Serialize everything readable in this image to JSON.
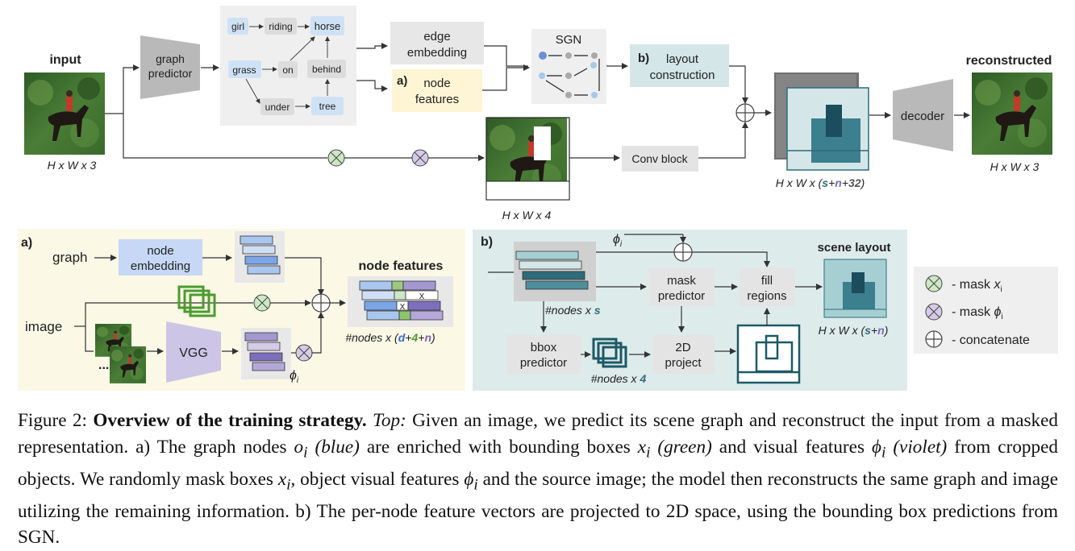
{
  "colors": {
    "panel_a_bg": "#fbf8e6",
    "panel_b_bg": "#deebeb",
    "graph_box_bg": "#efefef",
    "node_blue": "#cfe2f5",
    "node_gray": "#dcdcdc",
    "layout_box": "#d4e6e8",
    "node_features_box": "#fdf5d4",
    "teal_dark": "#2f6c7a",
    "mask_x_green": "#cde8c4",
    "mask_phi_violet": "#d4cbe6",
    "feature_blue": "#7aa6e8",
    "feature_violet": "#a398d0",
    "feature_green": "#8fc46b"
  },
  "icons": [
    "mask-x-icon",
    "mask-phi-icon",
    "concatenate-icon",
    "horse-rider-photo"
  ],
  "top": {
    "input_label": "input",
    "input_dims": "H x W x 3",
    "graph_predictor": "graph predictor",
    "graph_nodes": {
      "girl": "girl",
      "riding": "riding",
      "horse": "horse",
      "grass": "grass",
      "on": "on",
      "behind": "behind",
      "under": "under",
      "tree": "tree"
    },
    "edge_embedding": "edge embedding",
    "node_features_tag": "a)",
    "node_features": "node features",
    "sgn": "SGN",
    "layout_tag": "b)",
    "layout_construction": "layout construction",
    "masked_dims": "H x W x 4",
    "conv_block": "Conv block",
    "concat_dims_prefix": "H x W x (",
    "concat_s": "s",
    "concat_n": "n",
    "concat_32": "32",
    "concat_suffix": ")",
    "plus": "+",
    "decoder": "decoder",
    "reconstructed_label": "reconstructed",
    "reconstructed_dims": "H x W x 3"
  },
  "panel_a": {
    "tag": "a)",
    "graph": "graph",
    "node_embedding": "node embedding",
    "image": "image",
    "vgg": "VGG",
    "phi": "ϕ",
    "phi_sub": "i",
    "ellipsis": "...",
    "title": "node features",
    "dims_prefix": "#nodes x (",
    "dims_d": "d",
    "dims_4": "4",
    "dims_n": "n",
    "dims_suffix": ")",
    "plus": "+",
    "x_mark": "X"
  },
  "panel_b": {
    "tag": "b)",
    "phi": "ϕ",
    "phi_sub": "i",
    "mask_predictor": "mask predictor",
    "fill_regions": "fill regions",
    "scene_layout": "scene layout",
    "nodes_s_prefix": "#nodes x ",
    "nodes_s": "s",
    "bbox_predictor": "bbox predictor",
    "nodes_4_prefix": "#nodes x ",
    "nodes_4": "4",
    "project": "2D project",
    "layout_dims_prefix": "H x W x (",
    "layout_dims_s": "s",
    "layout_dims_n": "n",
    "layout_dims_suffix": ")",
    "plus": "+"
  },
  "legend": [
    {
      "label": "-  mask ",
      "sym": "x",
      "sub": "i"
    },
    {
      "label": "-  mask ",
      "sym": "ϕ",
      "sub": "i"
    },
    {
      "label": "-  concatenate",
      "sym": "",
      "sub": ""
    }
  ],
  "caption": {
    "lead": "Figure 2: ",
    "bold": "Overview of the training strategy.",
    "top_label": " Top:",
    "p1": " Given an image, we predict its scene graph and reconstruct the input from a masked representation. a) The graph nodes ",
    "oi": "o",
    "oi_sub": "i",
    "blue": " (blue)",
    "p2": " are enriched with bounding boxes ",
    "xi": "x",
    "xi_sub": "i",
    "green": " (green)",
    "p3": " and visual features ",
    "phi": "ϕ",
    "phi_sub": "i",
    "violet": "(violet)",
    "p4": " from cropped objects. We randomly mask boxes ",
    "xi2": "x",
    "xi2_sub": "i",
    "p5": ", object visual features ",
    "phi2": "ϕ",
    "phi2_sub": "i",
    "p6": " and the source image; the model then reconstructs the same graph and image utilizing the remaining information. b) The per-node feature vectors are projected to 2D space, using the bounding box predictions from SGN."
  }
}
